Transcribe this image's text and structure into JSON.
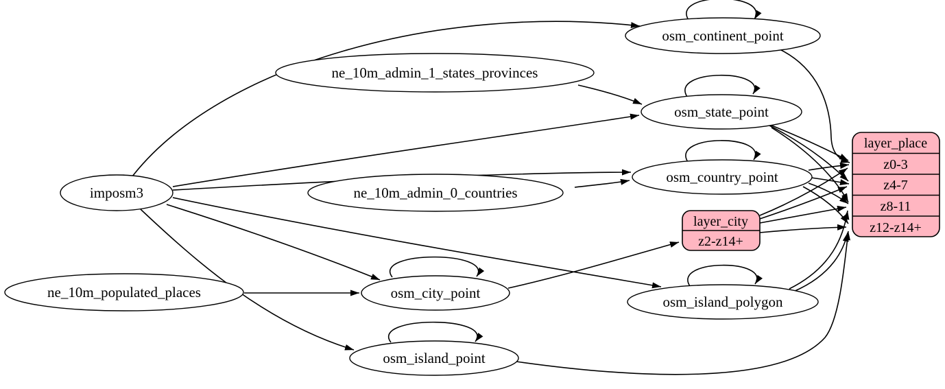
{
  "diagram": {
    "type": "graphviz-etl-flow",
    "title": "OpenMapTiles place layer ETL graph",
    "colors": {
      "background": "#ffffff",
      "node_fill": "#ffffff",
      "record_fill": "#ffb6c1",
      "stroke": "#000000",
      "text": "#000000"
    },
    "nodes": {
      "imposm3": {
        "label": "imposm3",
        "shape": "ellipse"
      },
      "ne_10m_admin_1_states_provinces": {
        "label": "ne_10m_admin_1_states_provinces",
        "shape": "ellipse"
      },
      "ne_10m_admin_0_countries": {
        "label": "ne_10m_admin_0_countries",
        "shape": "ellipse"
      },
      "ne_10m_populated_places": {
        "label": "ne_10m_populated_places",
        "shape": "ellipse"
      },
      "osm_continent_point": {
        "label": "osm_continent_point",
        "shape": "ellipse"
      },
      "osm_state_point": {
        "label": "osm_state_point",
        "shape": "ellipse"
      },
      "osm_country_point": {
        "label": "osm_country_point",
        "shape": "ellipse"
      },
      "osm_city_point": {
        "label": "osm_city_point",
        "shape": "ellipse"
      },
      "osm_island_polygon": {
        "label": "osm_island_polygon",
        "shape": "ellipse"
      },
      "osm_island_point": {
        "label": "osm_island_point",
        "shape": "ellipse"
      }
    },
    "records": {
      "layer_city": {
        "title": "layer_city",
        "rows": [
          "z2-z14+"
        ]
      },
      "layer_place": {
        "title": "layer_place",
        "rows": [
          "z0-3",
          "z4-7",
          "z8-11",
          "z12-z14+"
        ]
      }
    },
    "edges": [
      {
        "from": "imposm3",
        "to": "osm_continent_point"
      },
      {
        "from": "imposm3",
        "to": "osm_state_point"
      },
      {
        "from": "imposm3",
        "to": "osm_country_point"
      },
      {
        "from": "imposm3",
        "to": "osm_city_point"
      },
      {
        "from": "imposm3",
        "to": "osm_island_polygon"
      },
      {
        "from": "imposm3",
        "to": "osm_island_point"
      },
      {
        "from": "ne_10m_admin_1_states_provinces",
        "to": "osm_state_point"
      },
      {
        "from": "ne_10m_admin_0_countries",
        "to": "osm_country_point"
      },
      {
        "from": "ne_10m_populated_places",
        "to": "osm_city_point"
      },
      {
        "from": "osm_continent_point",
        "to": "osm_continent_point"
      },
      {
        "from": "osm_state_point",
        "to": "osm_state_point"
      },
      {
        "from": "osm_country_point",
        "to": "osm_country_point"
      },
      {
        "from": "osm_city_point",
        "to": "osm_city_point"
      },
      {
        "from": "osm_island_polygon",
        "to": "osm_island_polygon"
      },
      {
        "from": "osm_island_point",
        "to": "osm_island_point"
      },
      {
        "from": "osm_continent_point",
        "to": "layer_place",
        "port": "z0-3"
      },
      {
        "from": "osm_state_point",
        "to": "layer_place",
        "port": "z0-3"
      },
      {
        "from": "osm_state_point",
        "to": "layer_place",
        "port": "z4-7"
      },
      {
        "from": "osm_state_point",
        "to": "layer_place",
        "port": "z8-11"
      },
      {
        "from": "osm_country_point",
        "to": "layer_place",
        "port": "z0-3"
      },
      {
        "from": "osm_country_point",
        "to": "layer_place",
        "port": "z4-7"
      },
      {
        "from": "osm_country_point",
        "to": "layer_place",
        "port": "z8-11"
      },
      {
        "from": "osm_country_point",
        "to": "layer_place",
        "port": "z12-z14+"
      },
      {
        "from": "osm_city_point",
        "to": "layer_city",
        "port": "z2-z14+"
      },
      {
        "from": "layer_city",
        "to": "layer_place",
        "port": "z0-3"
      },
      {
        "from": "layer_city",
        "to": "layer_place",
        "port": "z4-7"
      },
      {
        "from": "layer_city",
        "to": "layer_place",
        "port": "z8-11"
      },
      {
        "from": "layer_city",
        "to": "layer_place",
        "port": "z12-z14+"
      },
      {
        "from": "osm_island_polygon",
        "to": "layer_place",
        "port": "z8-11"
      },
      {
        "from": "osm_island_polygon",
        "to": "layer_place",
        "port": "z12-z14+"
      },
      {
        "from": "osm_island_point",
        "to": "layer_place",
        "port": "z12-z14+"
      }
    ]
  }
}
